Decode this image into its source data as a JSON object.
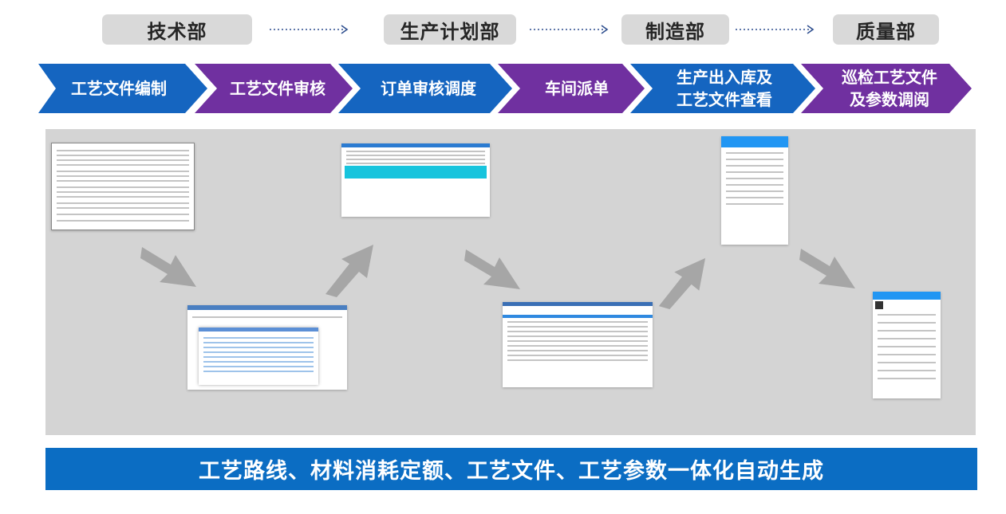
{
  "departments": [
    {
      "label": "技术部"
    },
    {
      "label": "生产计划部"
    },
    {
      "label": "制造部"
    },
    {
      "label": "质量部"
    }
  ],
  "steps": [
    {
      "label": "工艺文件编制"
    },
    {
      "label": "工艺文件审核"
    },
    {
      "label": "订单审核调度"
    },
    {
      "label": "车间派单"
    },
    {
      "label": "生产出入库及\n工艺文件查看"
    },
    {
      "label": "巡检工艺文件\n及参数调阅"
    }
  ],
  "colors": {
    "blue": "#1565c0",
    "purple": "#7030a0",
    "department_bg": "#d9d9d9",
    "panel_bg": "#d4d4d4",
    "banner_bg": "#0b6dc3",
    "connector": "#2f4f8f"
  },
  "banner": {
    "text": "工艺路线、材料消耗定额、工艺文件、工艺参数一体化自动生成"
  }
}
